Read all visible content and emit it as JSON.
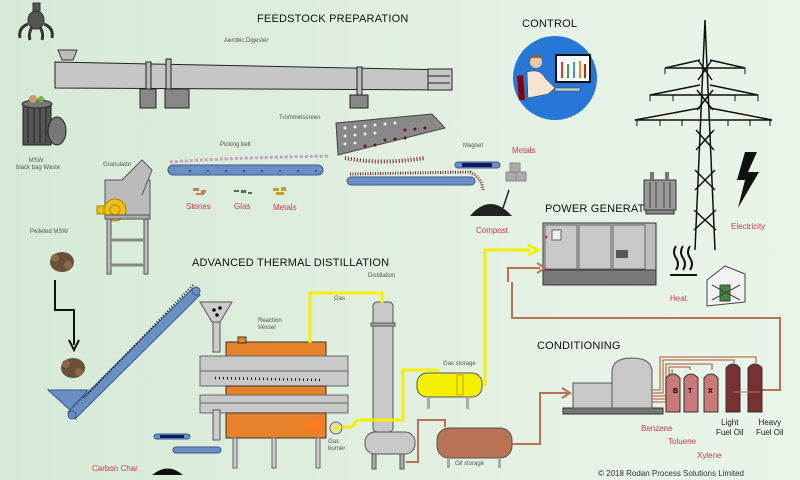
{
  "sections": {
    "feedstock": "FEEDSTOCK PREPARATION",
    "control": "CONTROL",
    "power": "POWER GENERAT",
    "atd": "ADVANCED THERMAL DISTILLATION",
    "conditioning": "CONDITIONING"
  },
  "labels": {
    "aerobic_digester": "Aerobic Digester",
    "trommelscreen": "Trommelscreen",
    "msw_line1": "MSW",
    "msw_line2": "black bag Waste",
    "granulator": "Granulator",
    "picking_belt": "Picking belt",
    "magnet": "Magnet",
    "pelleted_msw": "Pelleted MSW",
    "distillation": "Distillation",
    "gas": "Gas",
    "reaction_vessel_1": "Reaction",
    "reaction_vessel_2": "Vessel",
    "gas_storage": "Gas storage",
    "gas_burner_1": "Gas",
    "gas_burner_2": "burner",
    "oil_storage": "Oil storage",
    "btx_b": "B",
    "btx_t": "T",
    "btx_x": "X"
  },
  "outputs": {
    "stones": "Stones",
    "glas": "Glas",
    "metals_sort": "Metals",
    "metals_magnet": "Metals",
    "compost": "Compost",
    "electricity": "Electricity",
    "heat": "Heat",
    "carbon_char": "Carbon Char",
    "benzene": "Benzene",
    "toluene": "Toluene",
    "xylene": "Xylene",
    "light_fuel_oil_1": "Light",
    "light_fuel_oil_2": "Fuel Oil",
    "heavy_fuel_oil_1": "Heavy",
    "heavy_fuel_oil_2": "Fuel Oil"
  },
  "colors": {
    "gas_line": "#f5f000",
    "oil_line": "#b87355",
    "furnace": "#e8822a",
    "belt": "#6a8fc4",
    "control_circle": "#2677d6",
    "output_label": "#d63a4a"
  },
  "copyright": "© 2018 Rodan Process Solutions Limited"
}
